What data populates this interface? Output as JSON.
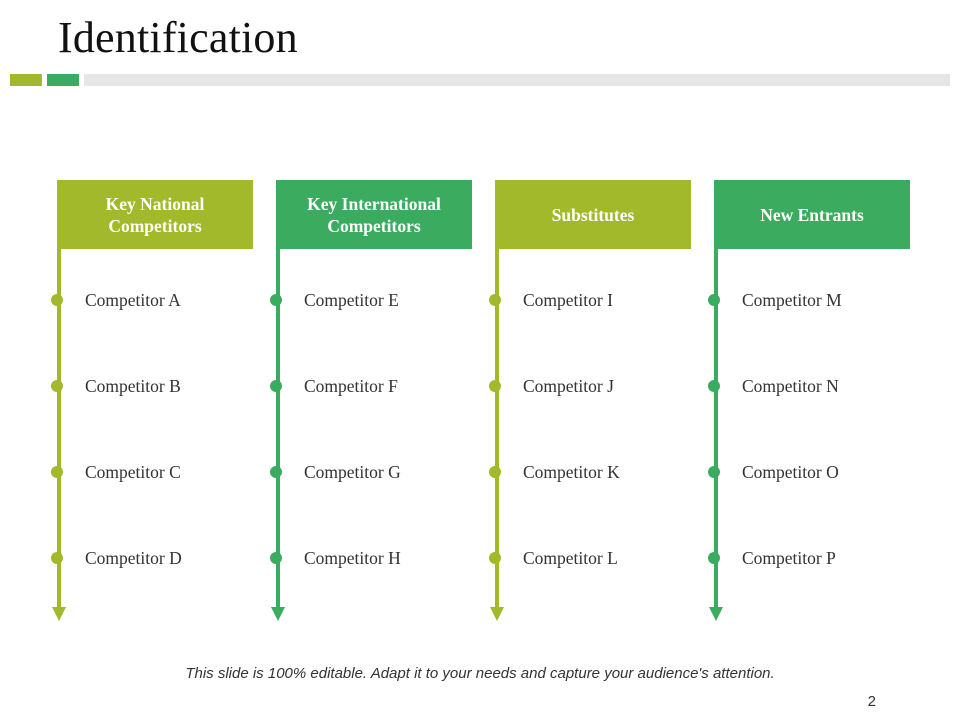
{
  "slide": {
    "title": "Identification",
    "footer_note": "This slide is 100% editable. Adapt it to your needs and capture your audience's attention.",
    "page_number": "2"
  },
  "colors": {
    "lime": "#a2b92c",
    "green": "#3aab5f",
    "track": "#e6e6e6"
  },
  "columns": [
    {
      "title": "Key National Competitors",
      "color": "#a2b92c",
      "items": [
        "Competitor A",
        "Competitor B",
        "Competitor C",
        "Competitor D"
      ]
    },
    {
      "title": "Key International Competitors",
      "color": "#3aab5f",
      "items": [
        "Competitor E",
        "Competitor F",
        "Competitor G",
        "Competitor H"
      ]
    },
    {
      "title": "Substitutes",
      "color": "#a2b92c",
      "items": [
        "Competitor I",
        "Competitor J",
        "Competitor K",
        "Competitor L"
      ]
    },
    {
      "title": "New Entrants",
      "color": "#3aab5f",
      "items": [
        "Competitor M",
        "Competitor N",
        "Competitor O",
        "Competitor P"
      ]
    }
  ]
}
